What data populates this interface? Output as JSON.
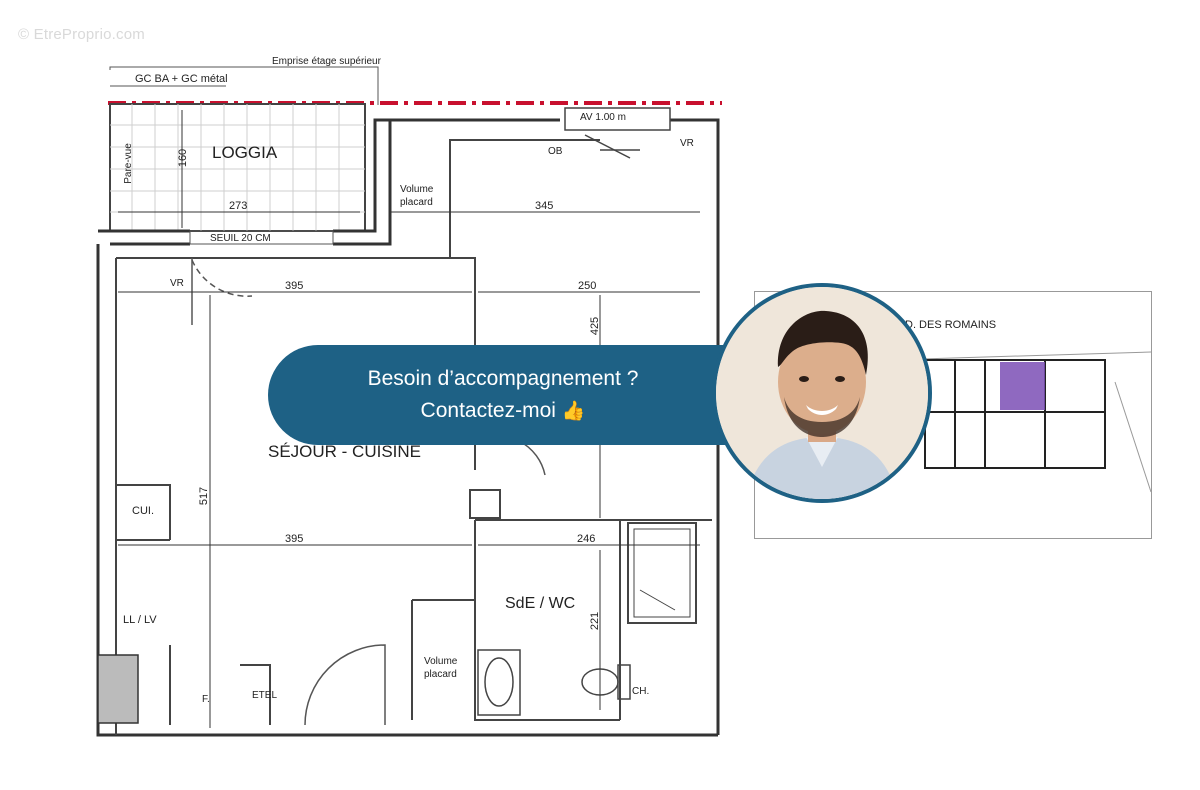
{
  "watermark": "© EtreProprio.com",
  "plan": {
    "rooms": {
      "loggia": "LOGGIA",
      "sejour": "SÉJOUR - CUISINE",
      "sde": "SdE / WC",
      "cui": "CUI.",
      "lllv": "LL / LV",
      "volume_placard_1": [
        "Volume",
        "placard"
      ],
      "volume_placard_2": [
        "Volume",
        "placard"
      ],
      "f": "F.",
      "etel": "ETEL",
      "ch": "CH."
    },
    "annotations": {
      "emprise": "Emprise étage supérieur",
      "gc": "GC BA + GC métal",
      "pare_vue": "Pare-vue",
      "seuil": "SEUIL 20 CM",
      "av": "AV  1.00 m",
      "ob": "OB",
      "vr_right": "VR",
      "vr_left": "VR"
    },
    "dimensions": {
      "d160": "160",
      "d273": "273",
      "d345": "345",
      "d395_top": "395",
      "d250": "250",
      "d425": "425",
      "d517": "517",
      "d395_bottom": "395",
      "d246": "246",
      "d221": "221"
    }
  },
  "banner": {
    "line1": "Besoin d’accompagnement ?",
    "line2": "Contactez-moi",
    "emoji": "👍"
  },
  "mini_plan": {
    "street": "D. DES ROMAINS"
  },
  "colors": {
    "banner": "#1e6185",
    "avatar_border": "#1e6185",
    "emprise_line": "#c8102e",
    "highlight": "#7b4fb5"
  }
}
